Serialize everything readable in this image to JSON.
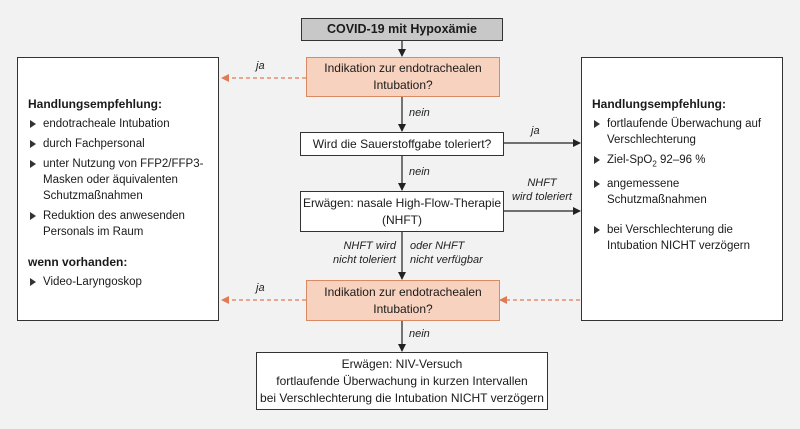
{
  "nodes": {
    "head": "COVID-19 mit Hypoxämie",
    "ind1": [
      "Indikation zur endotrachealen",
      "Intubation?"
    ],
    "sauer": "Wird die Sauerstoffgabe toleriert?",
    "nhft": [
      "Erwägen: nasale High-Flow-Therapie",
      "(NHFT)"
    ],
    "ind2": [
      "Indikation zur endotrachealen",
      "Intubation?"
    ],
    "niv": [
      "Erwägen: NIV-Versuch",
      "fortlaufende Überwachung in kurzen Intervallen",
      "bei Verschlechterung die Intubation NICHT verzögern"
    ]
  },
  "left_panel": {
    "heading": "Handlungsempfehlung:",
    "items": [
      "endotracheale Intubation",
      "durch Fachpersonal",
      "unter Nutzung von FFP2/FFP3-Masken oder äquivalenten Schutzmaßnahmen",
      "Reduktion des anwesenden Personals im Raum"
    ],
    "subheading": "wenn vorhanden:",
    "subitems": [
      "Video-Laryngoskop"
    ]
  },
  "right_panel": {
    "heading": "Handlungsempfehlung:",
    "items": [
      "fortlaufende Überwachung auf Verschlechterung",
      "Ziel-SpO",
      "angemessene Schutzmaßnahmen",
      "bei Verschlechterung die Intubation NICHT verzögern"
    ],
    "spo2_sub": "2",
    "spo2_range": " 92–96 %"
  },
  "labels": {
    "ja1": "ja",
    "nein1": "nein",
    "ja2": "ja",
    "nein2": "nein",
    "nhft_tol": [
      "NHFT",
      "wird toleriert"
    ],
    "nhft_not": [
      "NHFT wird",
      "nicht toleriert"
    ],
    "oder": [
      "oder NHFT",
      "nicht verfügbar"
    ],
    "ja3": "ja",
    "nein3": "nein"
  },
  "colors": {
    "orange_fill": "#f7d2be",
    "orange_border": "#d98a63",
    "dashed_arrow": "#e07b55",
    "head_fill": "#c8c8c8"
  }
}
